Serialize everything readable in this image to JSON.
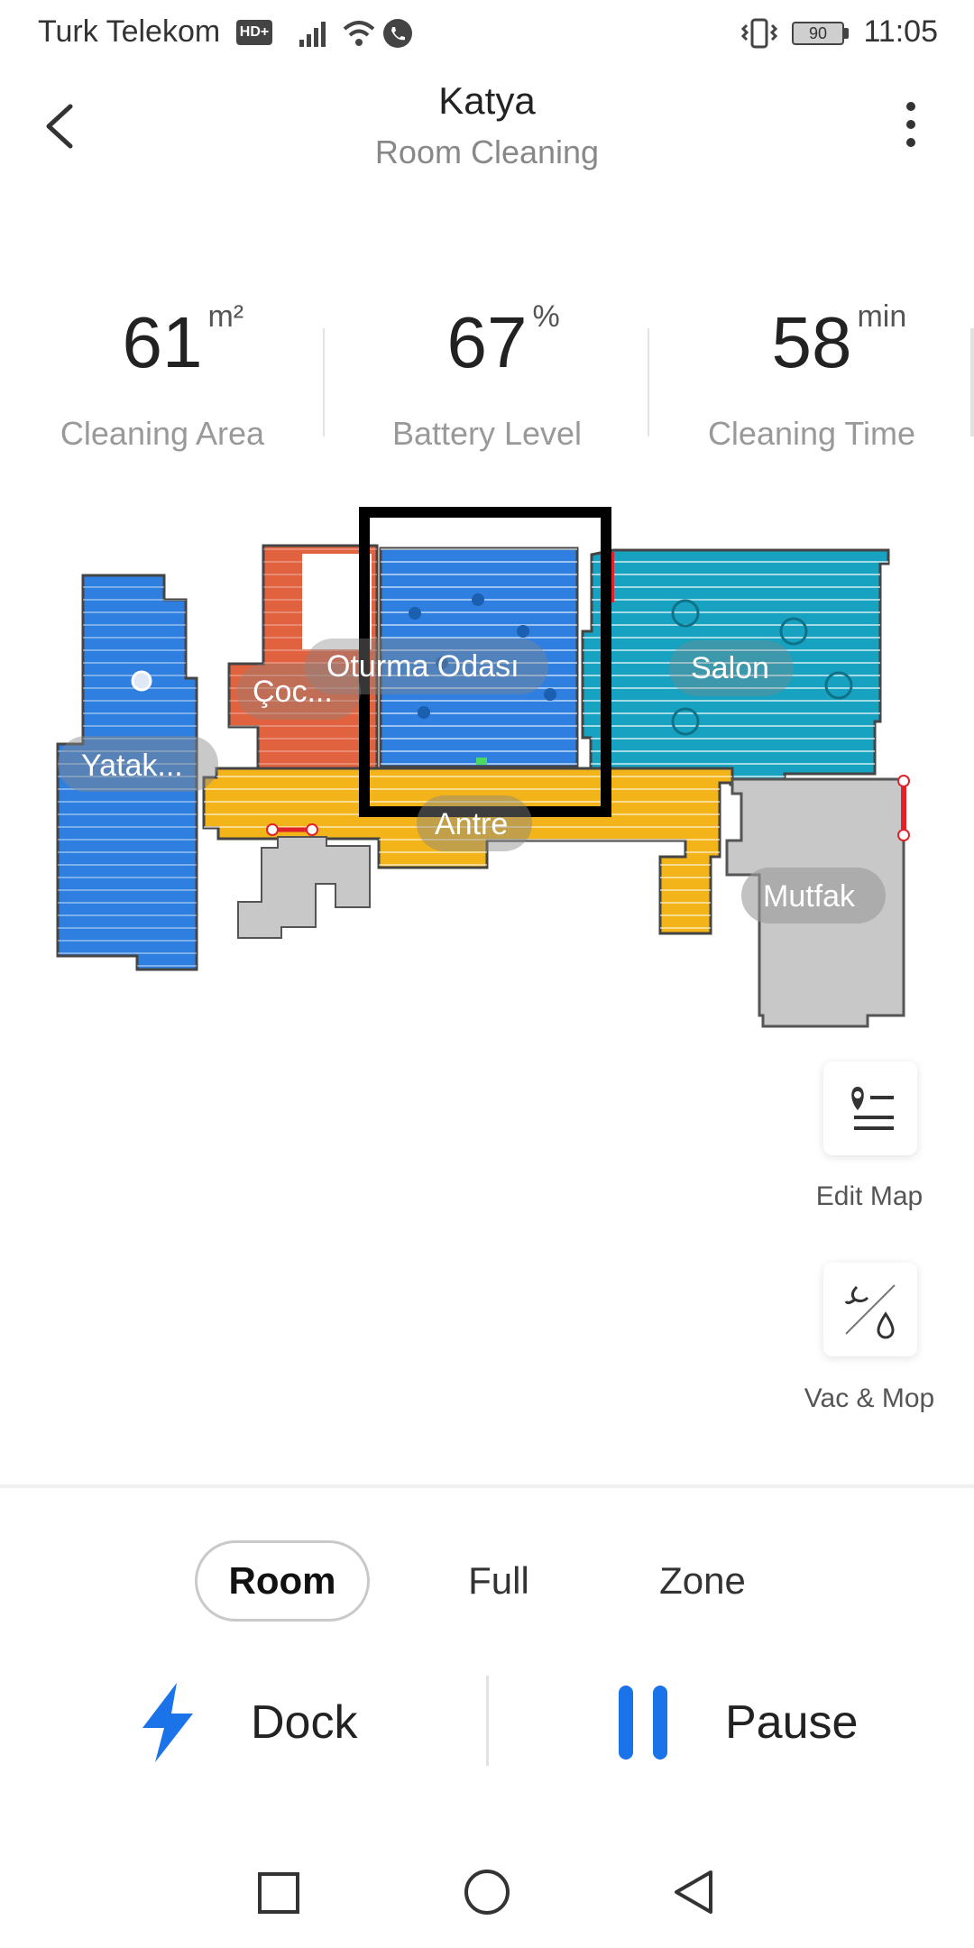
{
  "status_bar": {
    "carrier": "Turk Telekom",
    "network_badge": "HD+",
    "battery": "90",
    "time": "11:05"
  },
  "header": {
    "title": "Katya",
    "subtitle": "Room Cleaning"
  },
  "stats": [
    {
      "value": "61",
      "unit": "m²",
      "label": "Cleaning Area"
    },
    {
      "value": "67",
      "unit": "%",
      "label": "Battery Level"
    },
    {
      "value": "58",
      "unit": "min",
      "label": "Cleaning Time"
    }
  ],
  "map": {
    "rooms": [
      {
        "label": "Yatak...",
        "color": "#2f7fe0"
      },
      {
        "label": "Çoc...",
        "color": "#e0623e"
      },
      {
        "label": "Oturma Odası",
        "color": "#2f7fe0"
      },
      {
        "label": "Salon",
        "color": "#17a2c1"
      },
      {
        "label": "Antre",
        "color": "#f2b418"
      },
      {
        "label": "Mutfak",
        "color": "#c8c8c8"
      }
    ]
  },
  "tools": {
    "edit_map": "Edit Map",
    "vac_mop": "Vac & Mop"
  },
  "modes": {
    "room": "Room",
    "full": "Full",
    "zone": "Zone",
    "selected": "Room"
  },
  "actions": {
    "dock": "Dock",
    "pause": "Pause"
  },
  "colors": {
    "accent_blue": "#1a73e8",
    "highlight_box": "#000000"
  }
}
